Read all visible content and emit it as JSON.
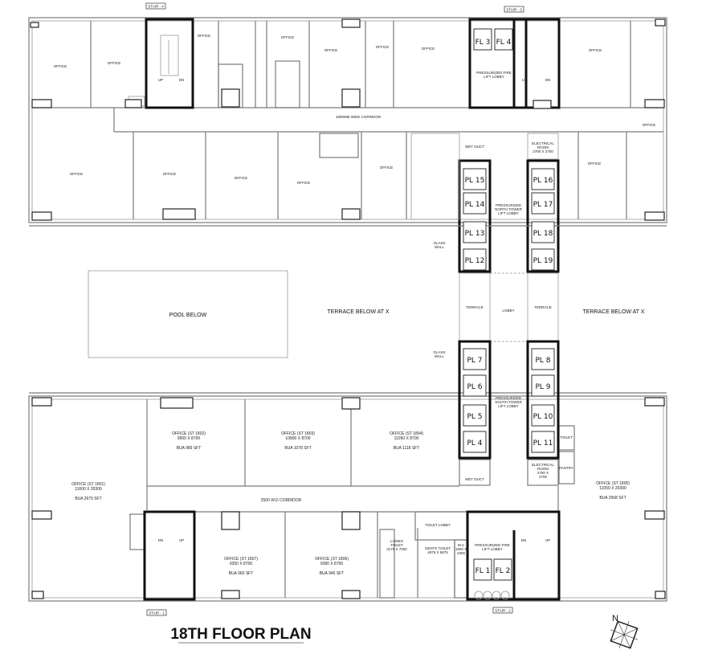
{
  "title": "18TH FLOOR PLAN",
  "compass": "N",
  "stairs": {
    "s1": "STAIR - 1",
    "s2": "STAIR - 2",
    "s3": "STAIR - 3",
    "s4": "STAIR - 4",
    "up": "UP",
    "dn": "DN"
  },
  "fire_lifts": [
    "FL 1",
    "FL 2",
    "FL 3",
    "FL 4"
  ],
  "passenger_lifts": {
    "north_left": [
      "PL 15",
      "PL 14",
      "PL 13",
      "PL 12"
    ],
    "north_right": [
      "PL 16",
      "PL 17",
      "PL 18",
      "PL 19"
    ],
    "south_left": [
      "PL 7",
      "PL 6",
      "PL 5",
      "PL 4"
    ],
    "south_right": [
      "PL 8",
      "PL 9",
      "PL 10",
      "PL 11"
    ]
  },
  "middle": {
    "pool": "POOL BELOW",
    "terrace": "TERRACE BELOW AT X",
    "lobby": "LOBBY",
    "terrace_small": "TERRACE",
    "glass_wall": [
      "GLASS",
      "WALL"
    ]
  },
  "top": {
    "corridor": "1800MM WIDE CORRIDOR",
    "fire_lobby": [
      "PRESSURIZED FIRE",
      "LIFT LOBBY"
    ],
    "north_lobby": [
      "PRESSURIZED",
      "NORTH TOWER",
      "LIFT LOBBY"
    ],
    "electrical": [
      "ELECTRICAL",
      "ROOM",
      "2750 X 2700"
    ],
    "wet_duct": "WET DUCT",
    "office": "OFFICE"
  },
  "bottom": {
    "corridor": "2500 W.D CORRIDOR",
    "south_lobby": [
      "PRESSURIZED",
      "SOUTH TOWER",
      "LIFT LOBBY"
    ],
    "fire_lobby": [
      "PRESSURIZED FIRE",
      "LIFT LOBBY"
    ],
    "electrical": [
      "ELECTRICAL",
      "ROOM",
      "2750 X",
      "2700"
    ],
    "ladies": [
      "LADIES",
      "TOILET",
      "3175 X 7000"
    ],
    "gents": [
      "GENTS TOILET",
      "4975 X 5875"
    ],
    "toilet_lobby": [
      "TOILET LOBBY"
    ],
    "wc": [
      "W.C",
      "1500 X",
      "2300"
    ],
    "wet_duct": "WET DUCT",
    "pantry": "PANTRY",
    "toilet": "TOILET",
    "offices": [
      {
        "name": "OFFICE (ST 1801)",
        "dims": "11600 X 20300",
        "bua": "BUA 2679 SFT"
      },
      {
        "name": "OFFICE (ST 1802)",
        "dims": "9900 X 8700",
        "bua": "BUA 989 SFT"
      },
      {
        "name": "OFFICE (ST 1803)",
        "dims": "10800 X 8700",
        "bua": "BUA 1078 SFT"
      },
      {
        "name": "OFFICE (ST 1804)",
        "dims": "11050 X 8700",
        "bua": "BUA 1118 SFT"
      },
      {
        "name": "OFFICE (ST 1805)",
        "dims": "11050 X 20300",
        "bua": "BUA 2568 SFT"
      },
      {
        "name": "OFFICE (ST 1806)",
        "dims": "9280 X 8700",
        "bua": "BUA 945 SFT"
      },
      {
        "name": "OFFICE (ST 1807)",
        "dims": "9350 X 8700",
        "bua": "BUA 960 SFT"
      }
    ]
  }
}
